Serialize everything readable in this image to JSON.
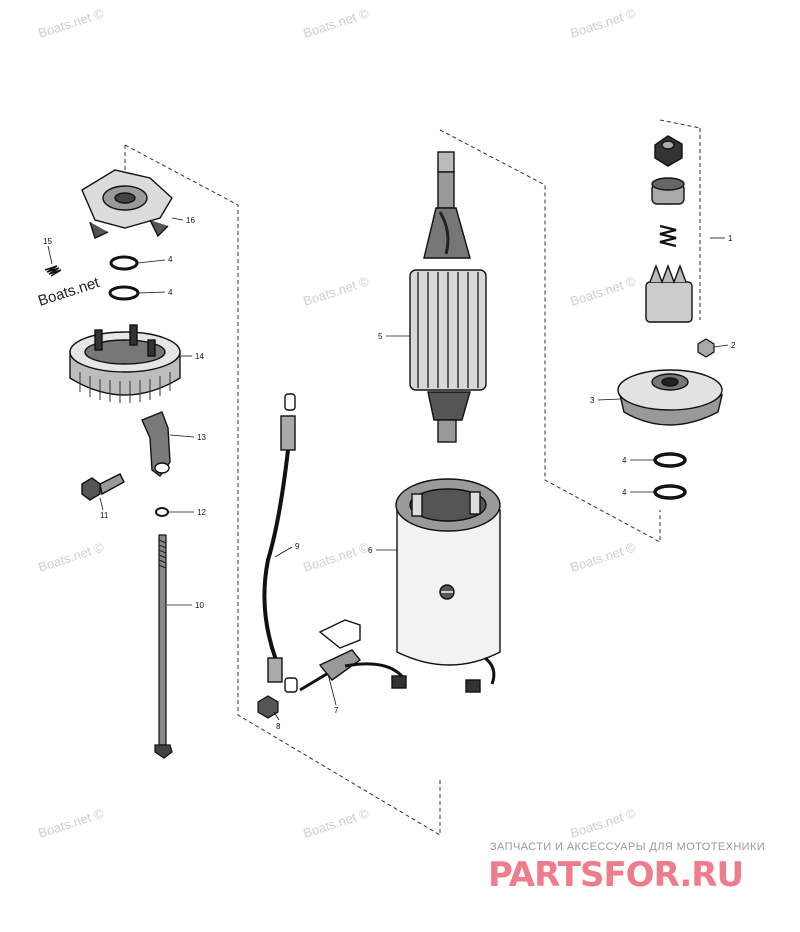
{
  "callouts": [
    {
      "id": "c1",
      "text": "1"
    },
    {
      "id": "c2",
      "text": "2"
    },
    {
      "id": "c3",
      "text": "3"
    },
    {
      "id": "c4a",
      "text": "4"
    },
    {
      "id": "c4b",
      "text": "4"
    },
    {
      "id": "c4c",
      "text": "4"
    },
    {
      "id": "c4d",
      "text": "4"
    },
    {
      "id": "c5",
      "text": "5"
    },
    {
      "id": "c6",
      "text": "6"
    },
    {
      "id": "c7",
      "text": "7"
    },
    {
      "id": "c8",
      "text": "8"
    },
    {
      "id": "c9",
      "text": "9"
    },
    {
      "id": "c10",
      "text": "10"
    },
    {
      "id": "c11",
      "text": "11"
    },
    {
      "id": "c12",
      "text": "12"
    },
    {
      "id": "c13",
      "text": "13"
    },
    {
      "id": "c14",
      "text": "14"
    },
    {
      "id": "c15",
      "text": "15"
    },
    {
      "id": "c16",
      "text": "16"
    }
  ],
  "watermark": {
    "text": "Boats.net ©",
    "strong_text": "Boats.net"
  },
  "brand": {
    "tagline": "ЗАПЧАСТИ И АКСЕССУАРЫ ДЛЯ МОТОТЕХНИКИ",
    "name": "PARTSFOR.RU",
    "color": "#f07b8a"
  }
}
